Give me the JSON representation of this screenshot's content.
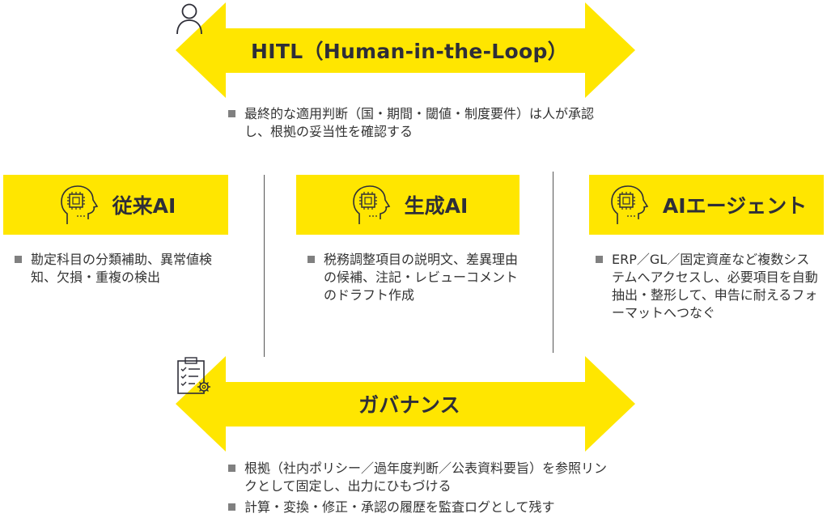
{
  "colors": {
    "accent": "#ffe600",
    "text": "#2e2e38",
    "bullet": "#808080"
  },
  "hitl": {
    "title": "HITL（Human-in-the-Loop）",
    "icon": "person-icon",
    "bullets": [
      "最終的な適用判断（国・期間・閾値・制度要件）は人が承認し、根拠の妥当性を確認する"
    ]
  },
  "panels": [
    {
      "title": "従来AI",
      "icon": "ai-head-icon",
      "bullets": [
        "勘定科目の分類補助、異常値検知、欠損・重複の検出"
      ]
    },
    {
      "title": "生成AI",
      "icon": "ai-head-icon",
      "bullets": [
        "税務調整項目の説明文、差異理由の候補、注記・レビューコメントのドラフト作成"
      ]
    },
    {
      "title": "AIエージェント",
      "icon": "ai-head-icon",
      "bullets": [
        "ERP／GL／固定資産など複数システムへアクセスし、必要項目を自動抽出・整形して、申告に耐えるフォーマットへつなぐ"
      ]
    }
  ],
  "governance": {
    "title": "ガバナンス",
    "icon": "checklist-gear-icon",
    "bullets": [
      "根拠（社内ポリシー／過年度判断／公表資料要旨）を参照リンクとして固定し、出力にひもづける",
      "計算・変換・修正・承認の履歴を監査ログとして残す"
    ]
  }
}
